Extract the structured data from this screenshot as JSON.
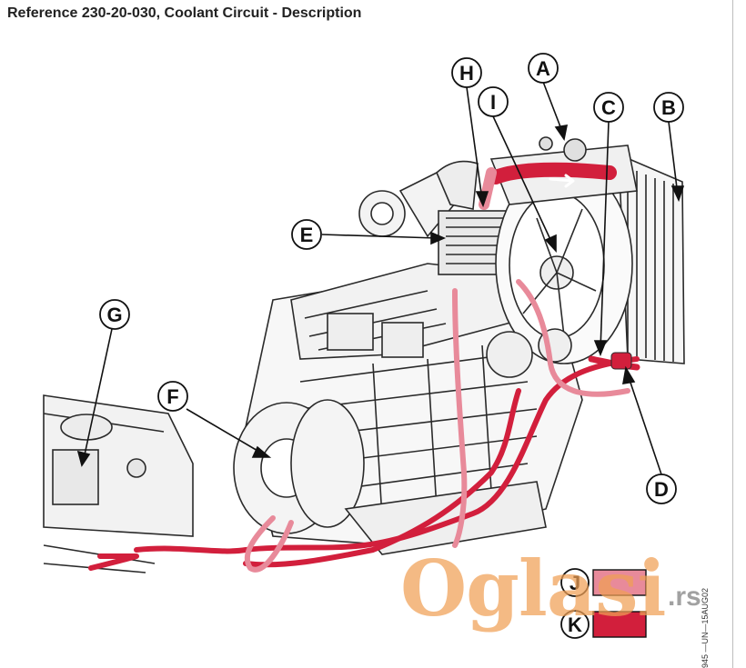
{
  "title": "Reference 230-20-030, Coolant Circuit - Description",
  "callouts": [
    "A",
    "B",
    "C",
    "D",
    "E",
    "F",
    "G",
    "H",
    "I",
    "J",
    "K"
  ],
  "legend": [
    {
      "label": "J",
      "color": "#e88a9a"
    },
    {
      "label": "K",
      "color": "#d21f3c"
    }
  ],
  "colors": {
    "hot_coolant": "#d21f3c",
    "cool_coolant": "#e88a9a",
    "line_art": "#2a2a2a"
  },
  "figure_code": "945 —UN—15AUG02",
  "watermark": {
    "text": "Oglasi",
    "suffix": ".rs"
  }
}
